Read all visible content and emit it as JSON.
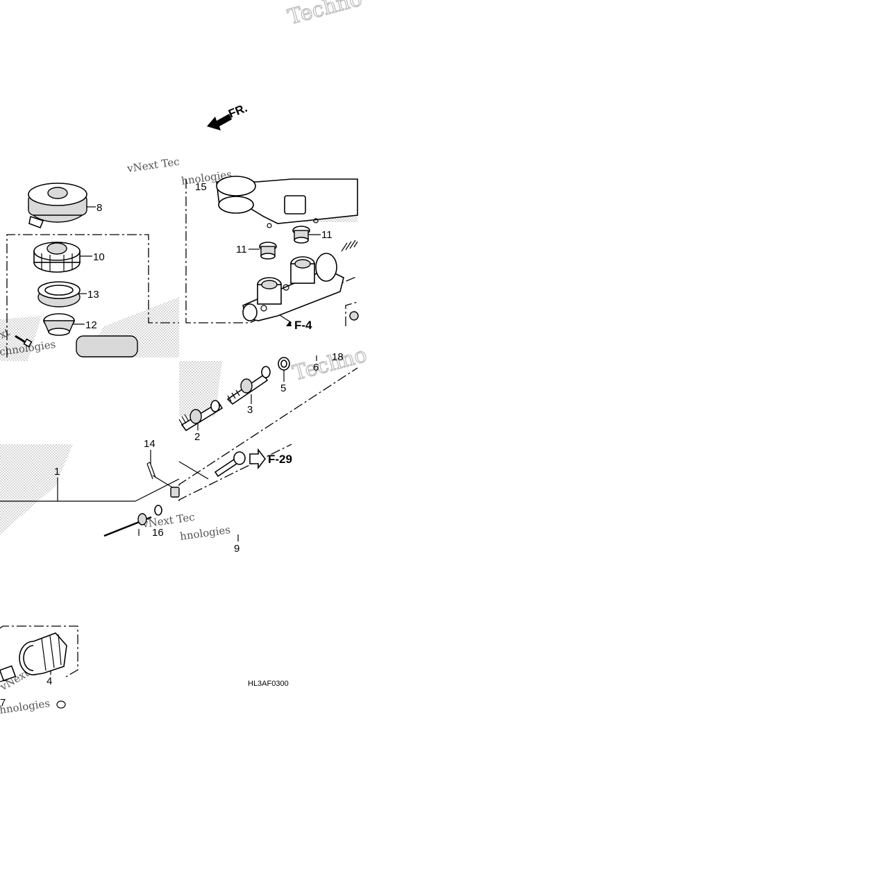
{
  "diagram_code": "HL3AF0300",
  "direction": {
    "label": "FR."
  },
  "refs": {
    "f4": "F-4",
    "f29": "F-29"
  },
  "callouts": {
    "c1": "1",
    "c2": "2",
    "c3": "3",
    "c4": "4",
    "c5": "5",
    "c6": "6",
    "c7": "7",
    "c8": "8",
    "c9": "9",
    "c10": "10",
    "c11a": "11",
    "c11b": "11",
    "c12": "12",
    "c13": "13",
    "c14": "14",
    "c15": "15",
    "c16": "16",
    "c18": "18"
  },
  "watermarks": {
    "w1": "Techno",
    "w2": "vNext Tec",
    "w3": "hnologies",
    "w4": "Techno",
    "w5": "vNext Tec",
    "w6": "hnologies",
    "w7": "xt",
    "w8": "chnologies",
    "w9": "vNext Tec",
    "w10": "hnologies"
  },
  "colors": {
    "line": "#000000",
    "watermark": "#b8b8b8",
    "dots": "#bdbdbd"
  }
}
